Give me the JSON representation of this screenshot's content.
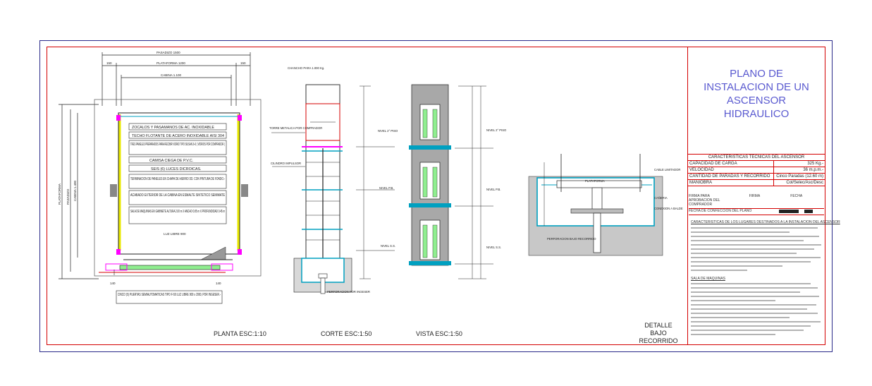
{
  "title_block": {
    "title_lines": [
      "PLANO DE",
      "INSTALACION DE UN",
      "ASCENSOR",
      "HIDRAULICO"
    ],
    "table_title": "CARACTERISTICAS TECNICAS DEL ASCENSOR",
    "rows": [
      {
        "label": "CAPACIDAD DE CARGA",
        "value": "325 Kg.-"
      },
      {
        "label": "VELOCIDAD",
        "value": "36 m.p.m.-"
      },
      {
        "label": "CANTIDAD DE PARADAS Y RECORRIDO",
        "value": "Cinco Paradas (12.60 m)"
      },
      {
        "label": "MANIOBRA",
        "value": "Col/Selec/Asc/Desc"
      }
    ],
    "firma_label": "FIRMA PARA APROBACION DEL COMPRADOR",
    "firma_col": "FIRMA",
    "fecha_col": "FECHA",
    "fecha_confeccion": "FECHA DE CONFECCION DEL PLANO",
    "notes_title": "CARACTERISTICAS DE LOS LUGARES DESTINADOS A LA INSTALACION DEL ASCENSOR",
    "sala_title": "SALA DE MAQUINAS"
  },
  "plan": {
    "dims": [
      "PASADIZO 1500",
      "PLATAFORMA 1200",
      "CABINA 1.100",
      "150",
      "150",
      "LUZ LIBRE 900",
      "140",
      "140"
    ],
    "side_dims": [
      "PLATAFORMA",
      "CABINA 1.400",
      "PASADIZO"
    ],
    "spec_boxes": [
      "ZOCALOS Y PASAMANOS DE AC. INOXIDABLE",
      "TECHO FLOTANTE DE ACERO INOXIDABLE AISI 304",
      "TRES PANELES PREPARADOS PARA RECIBIR VIDRIO TIPO SIUSAN 3+3 ( VIDRIOS POR COMPRADOR )",
      "CAMISA CIEGA DE P.V.C.",
      "SEIS (6) LUCES DICROICAS.",
      "TERMINACION DE PANELES EN CHAPA DE HIERRO DD. CON PINTURA DE FONDO.-",
      "ACABADO EXTERIOR DE LA CABINA EN ESMALTE SINTETICO SEMIMATE",
      "SALA DE MAQUINAS EN GABINETE ALTURA 2.00 m X ANCHO 0.85 m X PROFUNDIDAD 0.45 m"
    ],
    "door_note": "CINCO (5) PUERTAS SEMIAUTOMATICAS TIPO F-50 LUZ LIBRE 900 x 2000, POR INGESER.-"
  },
  "corte": {
    "labels": [
      "CHANCHO PARA 1.000 Kg.",
      "TORRE METALICA POR COMPRADOR",
      "CILINDRO IMPULSOR",
      "NIVEL 2° PISO",
      "NIVEL P.B.",
      "NIVEL S.S.",
      "PERFORACION POR INGESER"
    ]
  },
  "vista": {
    "labels": [
      "NIVEL 2° PISO",
      "NIVEL P.B.",
      "NIVEL S.S."
    ]
  },
  "detalle": {
    "labels": [
      "PLATAFORMA",
      "CABLE LIMITADOR",
      "PERFORACION BAJO RECORRIDO",
      "CAÑERIA",
      "CONEXION A BALDE"
    ]
  },
  "captions": {
    "planta": "PLANTA  ESC:1:10",
    "corte": "CORTE ESC:1:50",
    "vista": "VISTA ESC:1:50",
    "detalle_1": "DETALLE",
    "detalle_2": "BAJO RECORRIDO"
  }
}
